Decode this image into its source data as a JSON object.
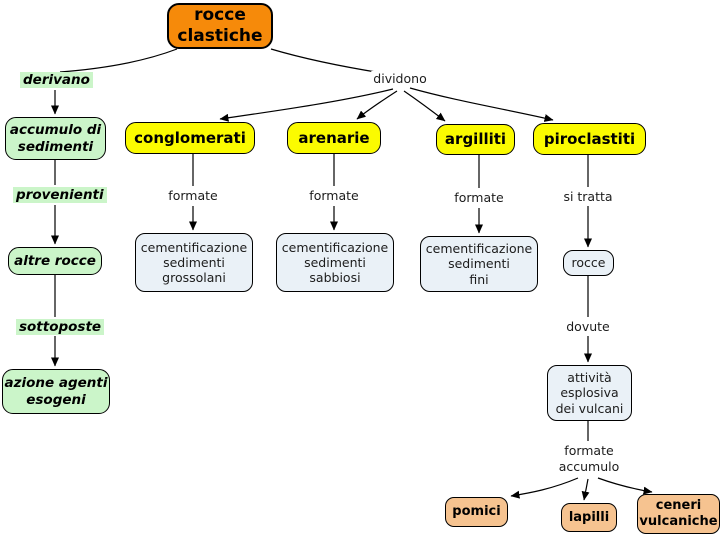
{
  "map": {
    "root": "rocce\nclastiche",
    "left": {
      "derivano": "derivano",
      "accumulo": "accumulo di\nsedimenti",
      "provenienti": "provenienti",
      "altre_rocce": "altre rocce",
      "sottoposte": "sottoposte",
      "azione": "azione agenti\nesogeni"
    },
    "dividono": "dividono",
    "types": {
      "conglomerati": "conglomerati",
      "arenarie": "arenarie",
      "argilliti": "argilliti",
      "piroclastiti": "piroclastiti"
    },
    "links": {
      "formate_conglomerati": "formate",
      "formate_arenarie": "formate",
      "formate_argilliti": "formate",
      "si_tratta": "si tratta",
      "dovute": "dovute",
      "formate_accumulo": "formate\naccumulo"
    },
    "details": {
      "cement_grossolani": "cementificazione\nsedimenti\ngrossolani",
      "cement_sabbiosi": "cementificazione\nsedimenti\nsabbiosi",
      "cement_fini": "cementificazione\nsedimenti\nfini",
      "rocce": "rocce",
      "attivita": "attività\nesplosiva\ndei vulcani"
    },
    "products": {
      "pomici": "pomici",
      "lapilli": "lapilli",
      "ceneri": "ceneri\nvulcaniche"
    }
  },
  "colors": {
    "root_box": "#F68A0A",
    "green_box": "#CBF5C9",
    "yellow_box": "#FBFB00",
    "detail_box": "#EAF1F7",
    "product_box": "#F6C390",
    "line": "#000000"
  }
}
